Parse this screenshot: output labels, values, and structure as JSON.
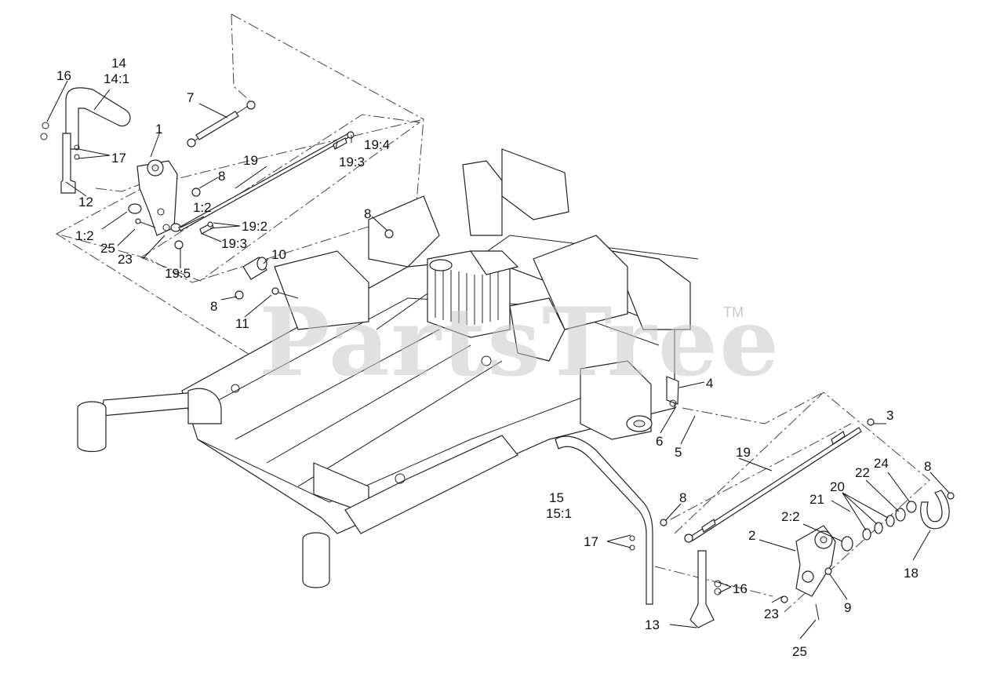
{
  "watermark": {
    "brand": "PartsTree",
    "trademark": "TM"
  },
  "callouts": [
    {
      "id": "c1",
      "text": "1"
    },
    {
      "id": "c1_2a",
      "text": "1:2"
    },
    {
      "id": "c1_2b",
      "text": "1:2"
    },
    {
      "id": "c2",
      "text": "2"
    },
    {
      "id": "c2_2",
      "text": "2:2"
    },
    {
      "id": "c3",
      "text": "3"
    },
    {
      "id": "c4",
      "text": "4"
    },
    {
      "id": "c5",
      "text": "5"
    },
    {
      "id": "c6",
      "text": "6"
    },
    {
      "id": "c7",
      "text": "7"
    },
    {
      "id": "c8a",
      "text": "8"
    },
    {
      "id": "c8b",
      "text": "8"
    },
    {
      "id": "c8c",
      "text": "8"
    },
    {
      "id": "c8d",
      "text": "8"
    },
    {
      "id": "c8e",
      "text": "8"
    },
    {
      "id": "c9",
      "text": "9"
    },
    {
      "id": "c10",
      "text": "10"
    },
    {
      "id": "c11",
      "text": "11"
    },
    {
      "id": "c12",
      "text": "12"
    },
    {
      "id": "c13",
      "text": "13"
    },
    {
      "id": "c14",
      "text": "14"
    },
    {
      "id": "c14_1",
      "text": "14:1"
    },
    {
      "id": "c15",
      "text": "15"
    },
    {
      "id": "c15_1",
      "text": "15:1"
    },
    {
      "id": "c16a",
      "text": "16"
    },
    {
      "id": "c16b",
      "text": "16"
    },
    {
      "id": "c17a",
      "text": "17"
    },
    {
      "id": "c17b",
      "text": "17"
    },
    {
      "id": "c18",
      "text": "18"
    },
    {
      "id": "c19a",
      "text": "19"
    },
    {
      "id": "c19b",
      "text": "19"
    },
    {
      "id": "c19_2",
      "text": "19:2"
    },
    {
      "id": "c19_3a",
      "text": "19:3"
    },
    {
      "id": "c19_3b",
      "text": "19:3"
    },
    {
      "id": "c19_4",
      "text": "19:4"
    },
    {
      "id": "c19_5",
      "text": "19:5"
    },
    {
      "id": "c20",
      "text": "20"
    },
    {
      "id": "c21",
      "text": "21"
    },
    {
      "id": "c22",
      "text": "22"
    },
    {
      "id": "c23a",
      "text": "23"
    },
    {
      "id": "c23b",
      "text": "23"
    },
    {
      "id": "c24",
      "text": "24"
    },
    {
      "id": "c25a",
      "text": "25"
    },
    {
      "id": "c25b",
      "text": "25"
    }
  ]
}
